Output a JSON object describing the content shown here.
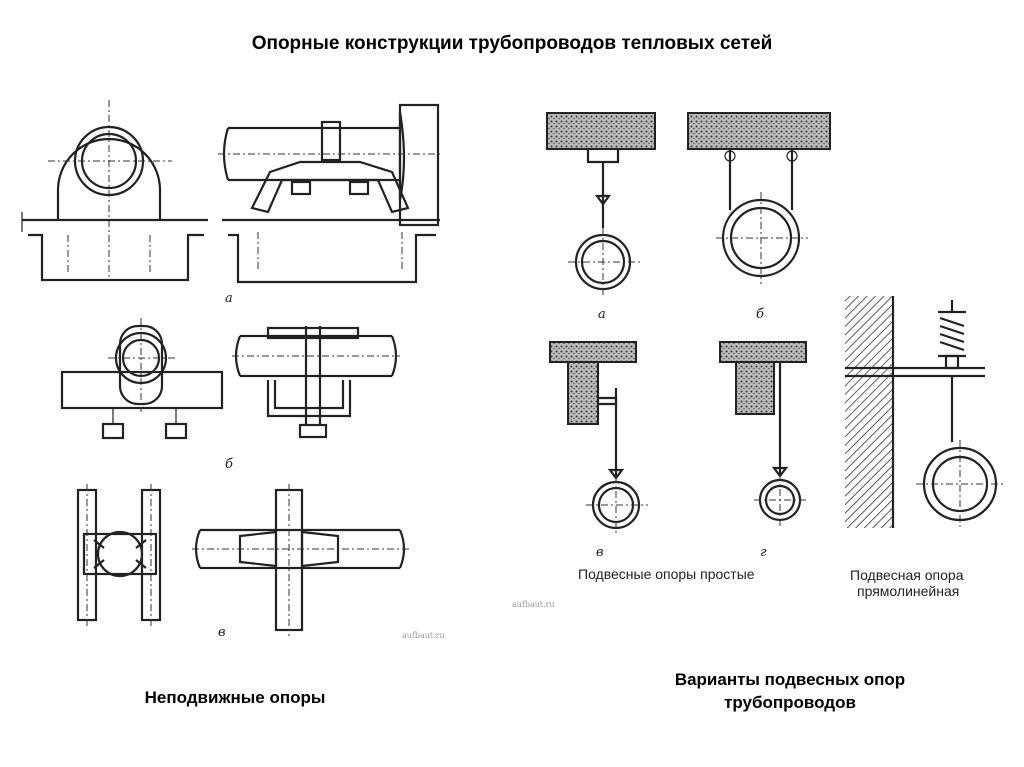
{
  "title": "Опорные конструкции трубопроводов тепловых сетей",
  "captions": {
    "fixed_supports": "Неподвижные опоры",
    "hanging_variants_line1": "Варианты подвесных опор",
    "hanging_variants_line2": "трубопроводов"
  },
  "figure_labels": {
    "a": "а",
    "b": "б",
    "v": "в",
    "hang_a": "а",
    "hang_b": "б",
    "hang_v": "в",
    "hang_g": "г"
  },
  "figure_texts": {
    "simple_hangers": "Подвесные опоры простые",
    "straight_hanger_line1": "Подвесная опора",
    "straight_hanger_line2": "прямолинейная"
  },
  "watermarks": {
    "left": "aufbaut.ru",
    "right": "aufbaut.ru"
  }
}
